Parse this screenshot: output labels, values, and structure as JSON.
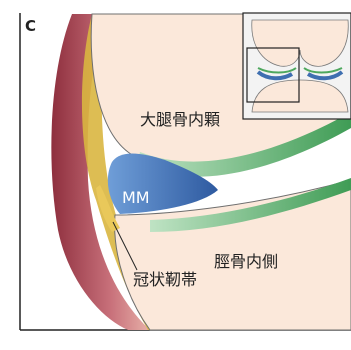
{
  "panel_letter": "C",
  "labels": {
    "femoral_medial_condyle": "大腿骨内顆",
    "medial_meniscus": "MM",
    "tibia_medial": "脛骨内側",
    "coronary_ligament": "冠状靭帯"
  },
  "colors": {
    "bone_fill": "#fbe8da",
    "bone_outline": "#6f6f6f",
    "capsule": "#b04a55",
    "ligament_gold": "#d9b640",
    "cartilage_green": "#4ea85e",
    "meniscus_blue": "#3f6fb0",
    "inset_frame": "#222222"
  }
}
